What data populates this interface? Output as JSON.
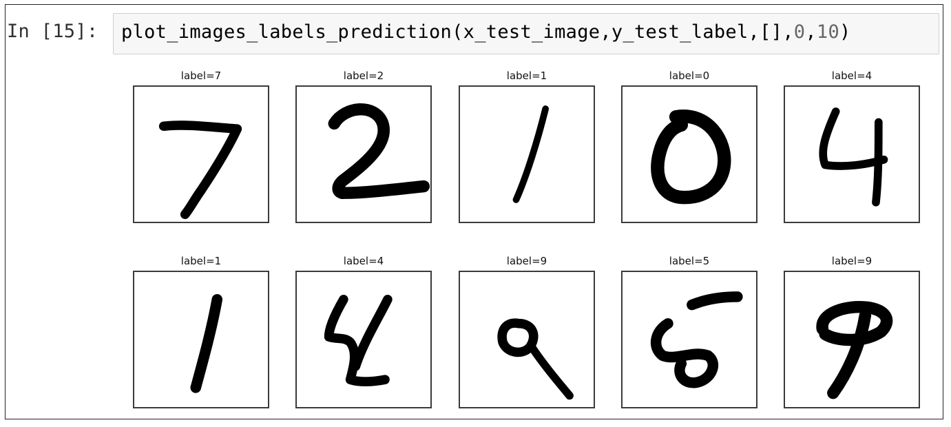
{
  "cell": {
    "prompt": "In [15]:",
    "code_text": "plot_images_labels_prediction(x_test_image,y_test_label,[],",
    "code_arg1": "0",
    "code_sep": ",",
    "code_arg2": "10",
    "code_close": ")"
  },
  "output": {
    "titles": [
      "label=7",
      "label=2",
      "label=1",
      "label=0",
      "label=4",
      "label=1",
      "label=4",
      "label=9",
      "label=5",
      "label=9"
    ],
    "digits": [
      "7",
      "2",
      "1",
      "0",
      "4",
      "1",
      "4",
      "9",
      "5",
      "9"
    ]
  },
  "colors": {
    "ink": "#000000",
    "frame": "#3a3a3a",
    "code_bg": "#f7f7f7",
    "number": "#666666"
  }
}
